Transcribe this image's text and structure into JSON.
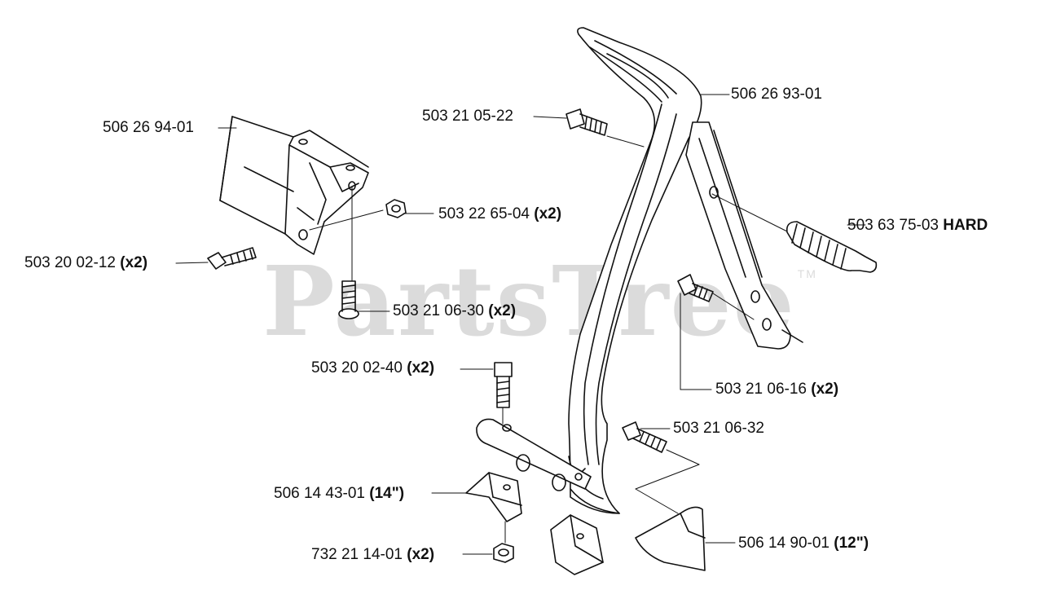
{
  "watermark": {
    "text": "PartsTree",
    "tm": "TM"
  },
  "parts": [
    {
      "num": "506 26 93-01",
      "qty": ""
    },
    {
      "num": "503 21 05-22",
      "qty": ""
    },
    {
      "num": "506 26 94-01",
      "qty": ""
    },
    {
      "num": "503 22 65-04",
      "qty": "(x2)"
    },
    {
      "num": "503 63 75-03",
      "qty": "HARD"
    },
    {
      "num": "503 20 02-12",
      "qty": "(x2)"
    },
    {
      "num": "503 21 06-30",
      "qty": "(x2)"
    },
    {
      "num": "503 20 02-40",
      "qty": "(x2)"
    },
    {
      "num": "503 21 06-16",
      "qty": "(x2)"
    },
    {
      "num": "503 21 06-32",
      "qty": ""
    },
    {
      "num": "506 14 43-01",
      "qty": "(14\")"
    },
    {
      "num": "506 14 90-01",
      "qty": "(12\")"
    },
    {
      "num": "732 21 14-01",
      "qty": "(x2)"
    }
  ]
}
